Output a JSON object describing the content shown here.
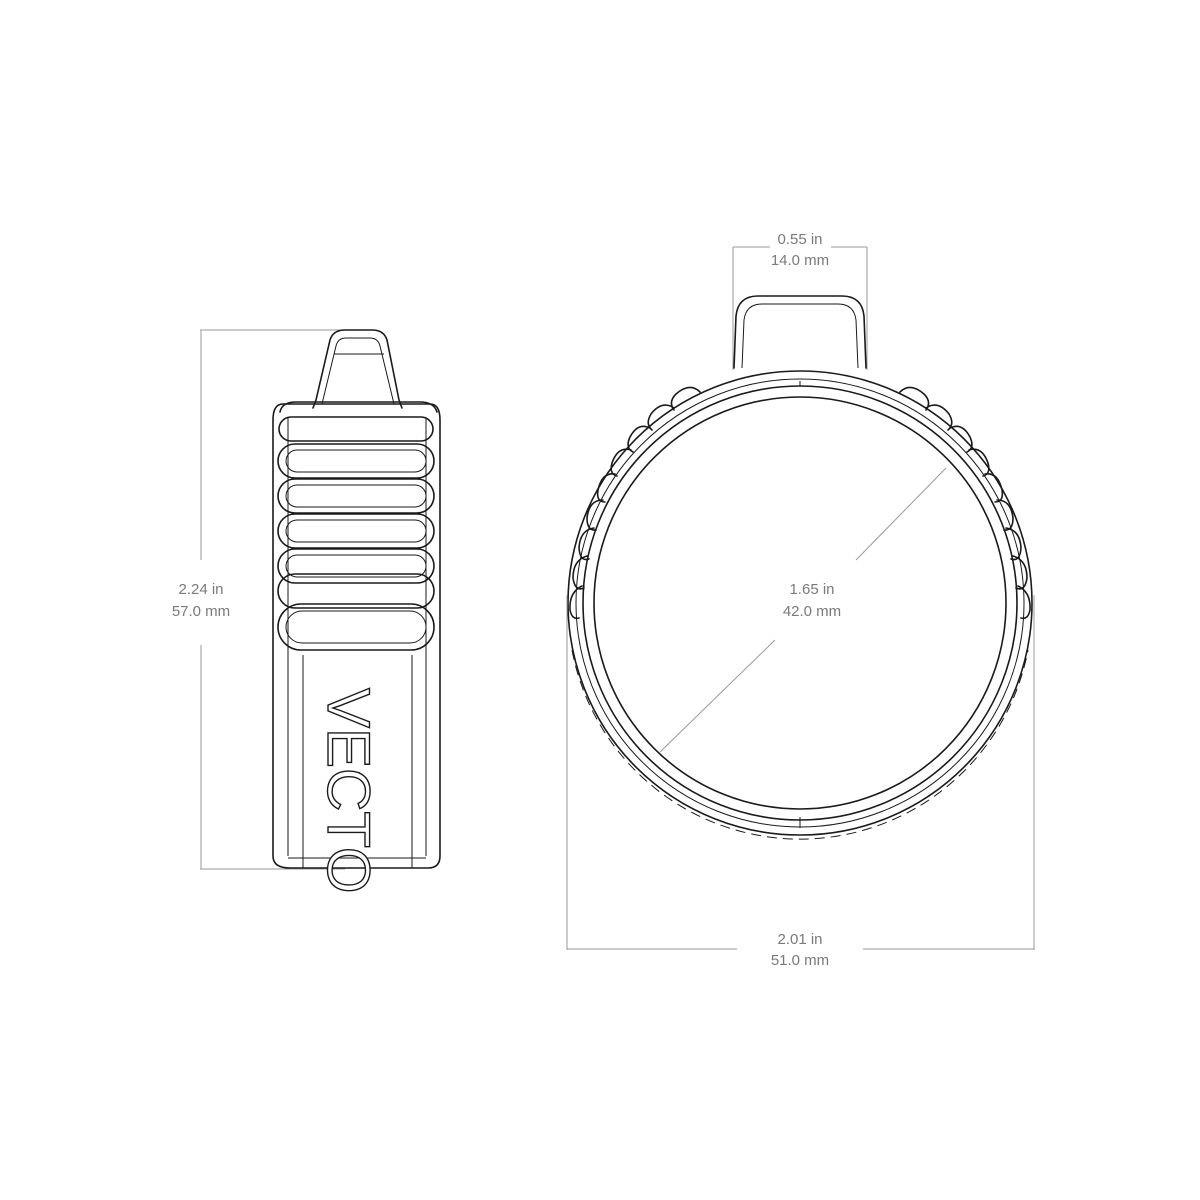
{
  "dimensions": {
    "height": {
      "inches": "2.24  in",
      "mm": "57.0 mm"
    },
    "tab_width": {
      "inches": "0.55 in",
      "mm": "14.0 mm"
    },
    "lens_diameter": {
      "inches": "1.65 in",
      "mm": "42.0 mm"
    },
    "overall_width": {
      "inches": "2.01 in",
      "mm": "51.0 mm"
    }
  },
  "logo": {
    "text": "VECTO"
  },
  "colors": {
    "outline": "#1a1a1a",
    "dimension": "#9a9a9a",
    "label": "#7a7a7a",
    "background": "#ffffff"
  }
}
